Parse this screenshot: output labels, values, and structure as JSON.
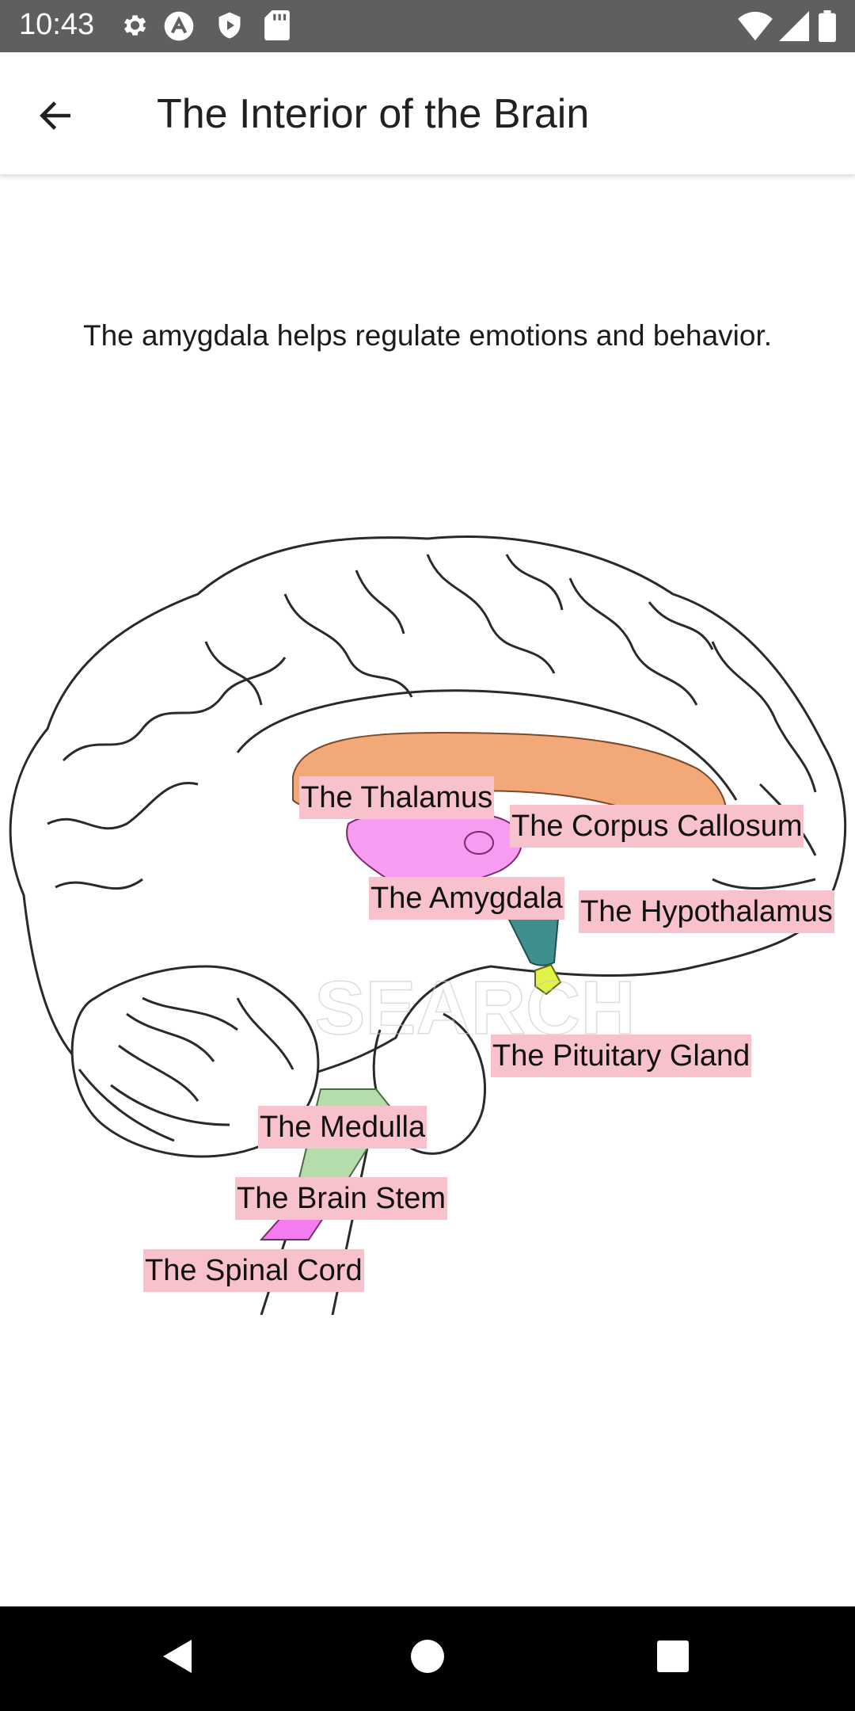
{
  "status_bar": {
    "time": "10:43",
    "left_icons": [
      "settings-icon",
      "assistant-icon",
      "shield-play-icon",
      "sd-card-icon"
    ],
    "right_icons": [
      "wifi-icon",
      "signal-icon",
      "battery-icon"
    ]
  },
  "app_bar": {
    "back_icon": "arrow-left-icon",
    "title": "The Interior of the Brain"
  },
  "description": "The amygdala helps regulate emotions and behavior.",
  "diagram": {
    "watermark": "SEARCH",
    "labels": {
      "thalamus": "The Thalamus",
      "corpus_callosum": "The Corpus Callosum",
      "amygdala": "The Amygdala",
      "hypothalamus": "The Hypothalamus",
      "pituitary_gland": "The Pituitary Gland",
      "medulla": "The Medulla",
      "brain_stem": "The Brain Stem",
      "spinal_cord": "The Spinal Cord"
    },
    "colors": {
      "label_bg": "#f7c2cc",
      "corpus_callosum": "#f3a877",
      "thalamus": "#f79cf0",
      "hypothalamus": "#3f8f8f",
      "pituitary": "#e3f248",
      "brain_stem": "#b5dcab",
      "spinal_cord": "#f37df0"
    }
  },
  "nav_bar": {
    "buttons": [
      "back-triangle-icon",
      "home-circle-icon",
      "recents-square-icon"
    ]
  }
}
